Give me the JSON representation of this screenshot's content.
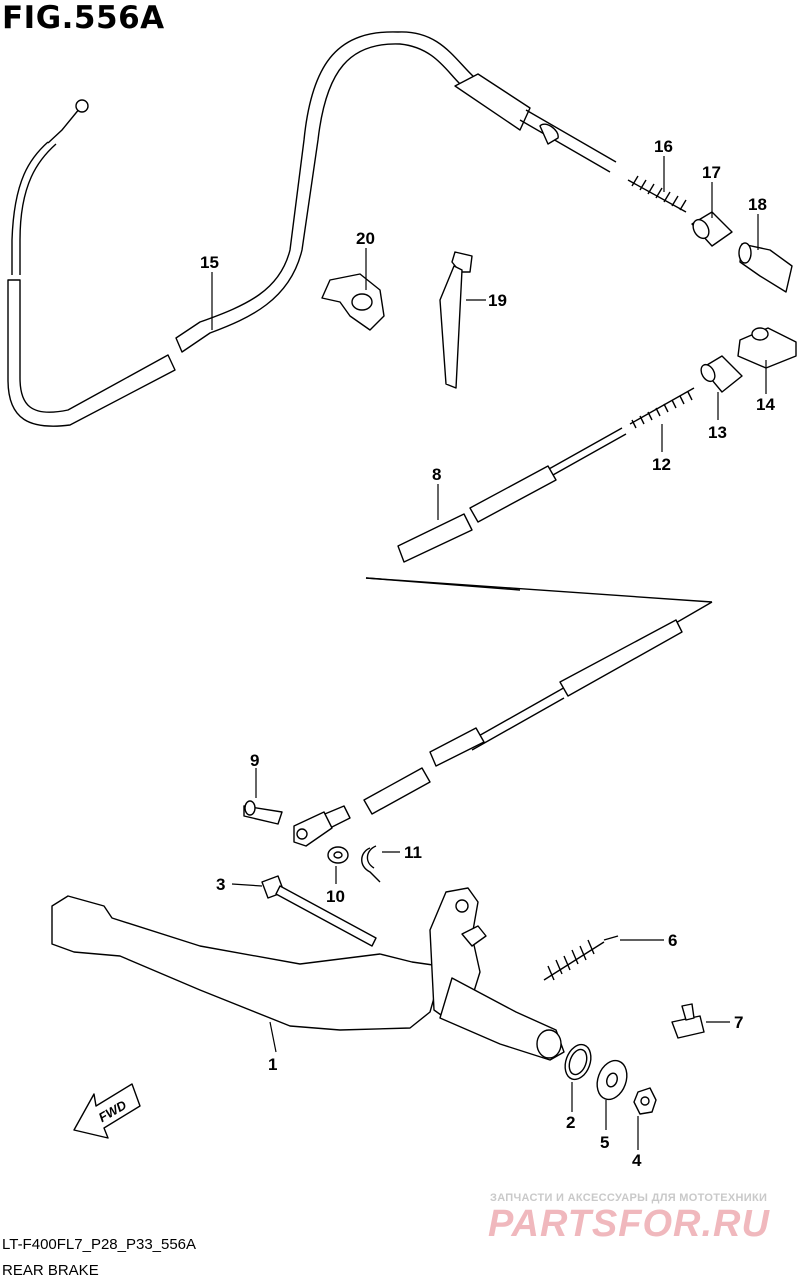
{
  "figure": {
    "title": "FIG.556A",
    "code": "LT-F400FL7_P28_P33_556A",
    "subtitle": "REAR BRAKE"
  },
  "direction_marker": "FWD",
  "callouts": [
    "1",
    "2",
    "3",
    "4",
    "5",
    "6",
    "7",
    "8",
    "9",
    "10",
    "11",
    "12",
    "13",
    "14",
    "15",
    "16",
    "17",
    "18",
    "19",
    "20"
  ],
  "watermark": {
    "tagline": "ЗАПЧАСТИ И АКСЕССУАРЫ ДЛЯ МОТОТЕХНИКИ",
    "logo": "PARTSFOR.RU"
  }
}
